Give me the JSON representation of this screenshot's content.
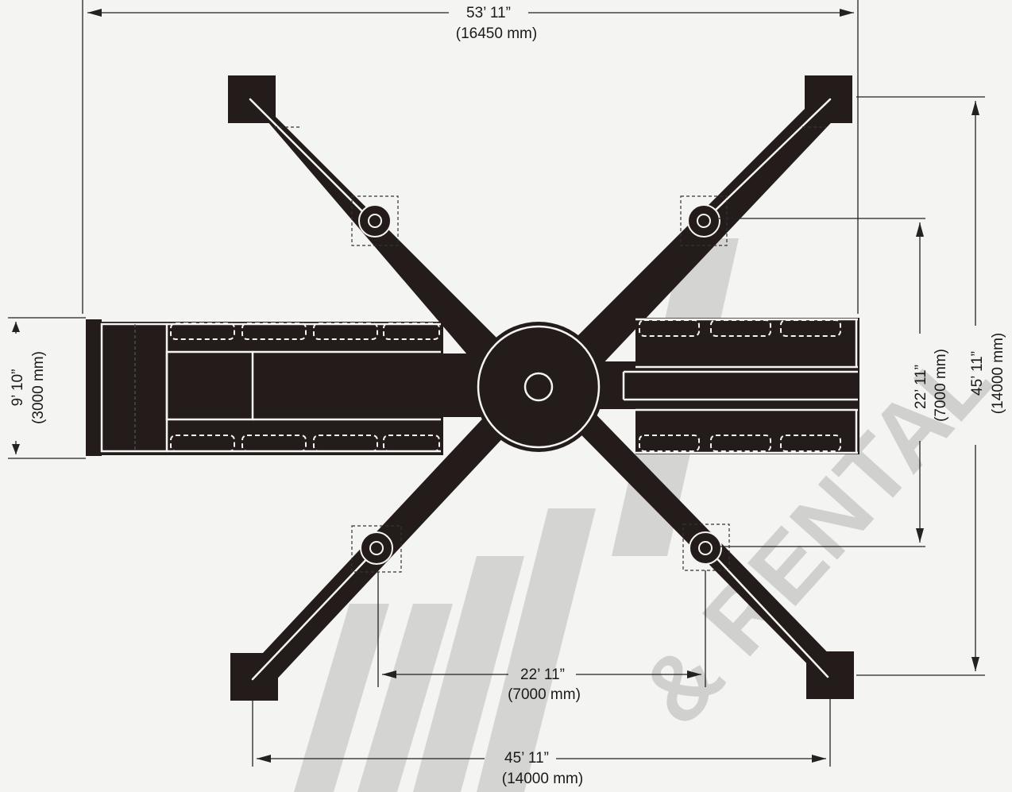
{
  "dimensions": {
    "overall_length": {
      "imperial": "53’ 11”",
      "metric": "(16450 mm)"
    },
    "overall_height": {
      "imperial": "45’ 11”",
      "metric": "(14000 mm)"
    },
    "inner_height": {
      "imperial": "22’ 11”",
      "metric": "(7000 mm)"
    },
    "carrier_width": {
      "imperial": "9’ 10”",
      "metric": "(3000 mm)"
    },
    "inner_spread": {
      "imperial": "22’ 11”",
      "metric": "(7000 mm)"
    },
    "outer_spread": {
      "imperial": "45’ 11”",
      "metric": "(14000 mm)"
    }
  },
  "watermark": {
    "text": "& RENTAL"
  },
  "colors": {
    "machine": "#241c1a",
    "background": "#f4f4f2",
    "watermark": "#c4c4c4"
  }
}
